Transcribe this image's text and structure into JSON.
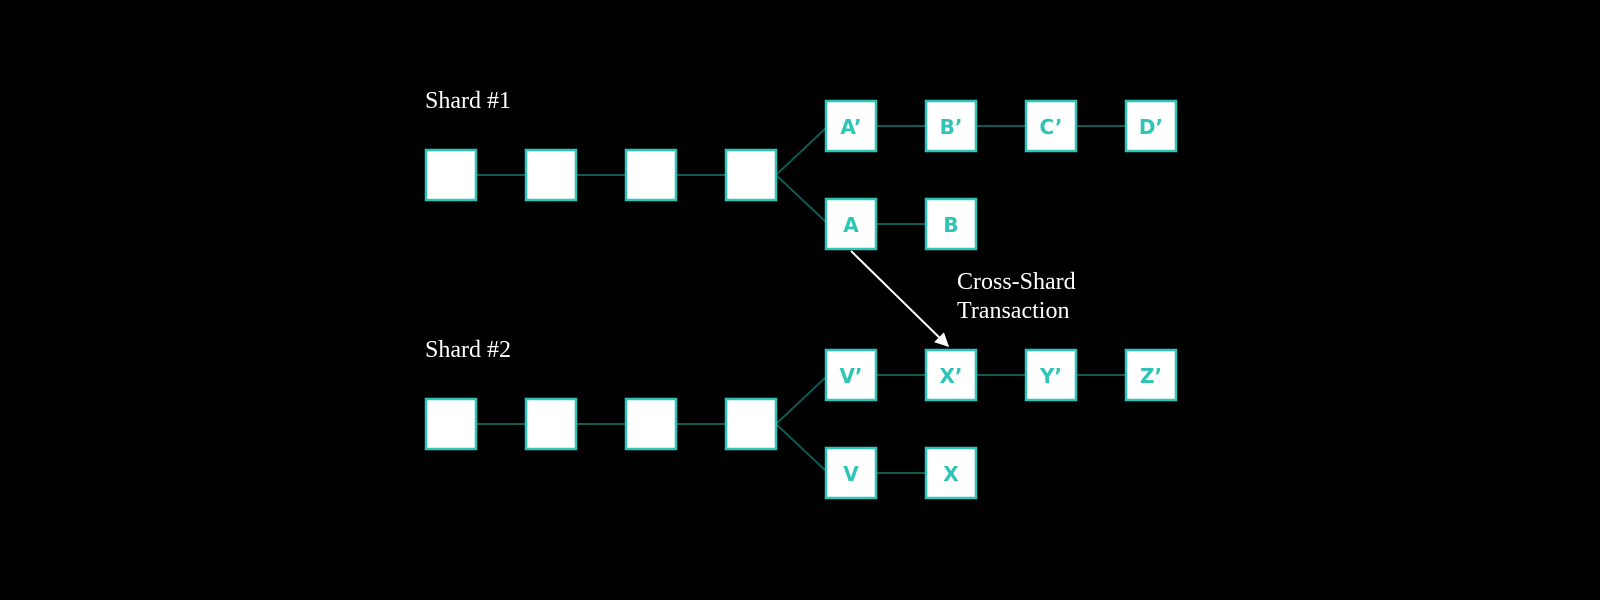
{
  "colors": {
    "background": "#000000",
    "block_fill": "#ffffff",
    "block_border": "#2ec4b6",
    "block_text": "#2ec4b6",
    "connector": "#0f5a55",
    "arrow": "#ffffff",
    "label_text": "#ffffff"
  },
  "shards": [
    {
      "title": "Shard #1",
      "main_chain": [
        "",
        "",
        "",
        ""
      ],
      "upper_fork": [
        "A’",
        "B’",
        "C’",
        "D’"
      ],
      "lower_fork": [
        "A",
        "B"
      ]
    },
    {
      "title": "Shard #2",
      "main_chain": [
        "",
        "",
        "",
        ""
      ],
      "upper_fork": [
        "V’",
        "X’",
        "Y’",
        "Z’"
      ],
      "lower_fork": [
        "V",
        "X"
      ]
    }
  ],
  "cross_shard": {
    "label_line1": "Cross-Shard",
    "label_line2": "Transaction",
    "from": "A",
    "to": "X’"
  }
}
